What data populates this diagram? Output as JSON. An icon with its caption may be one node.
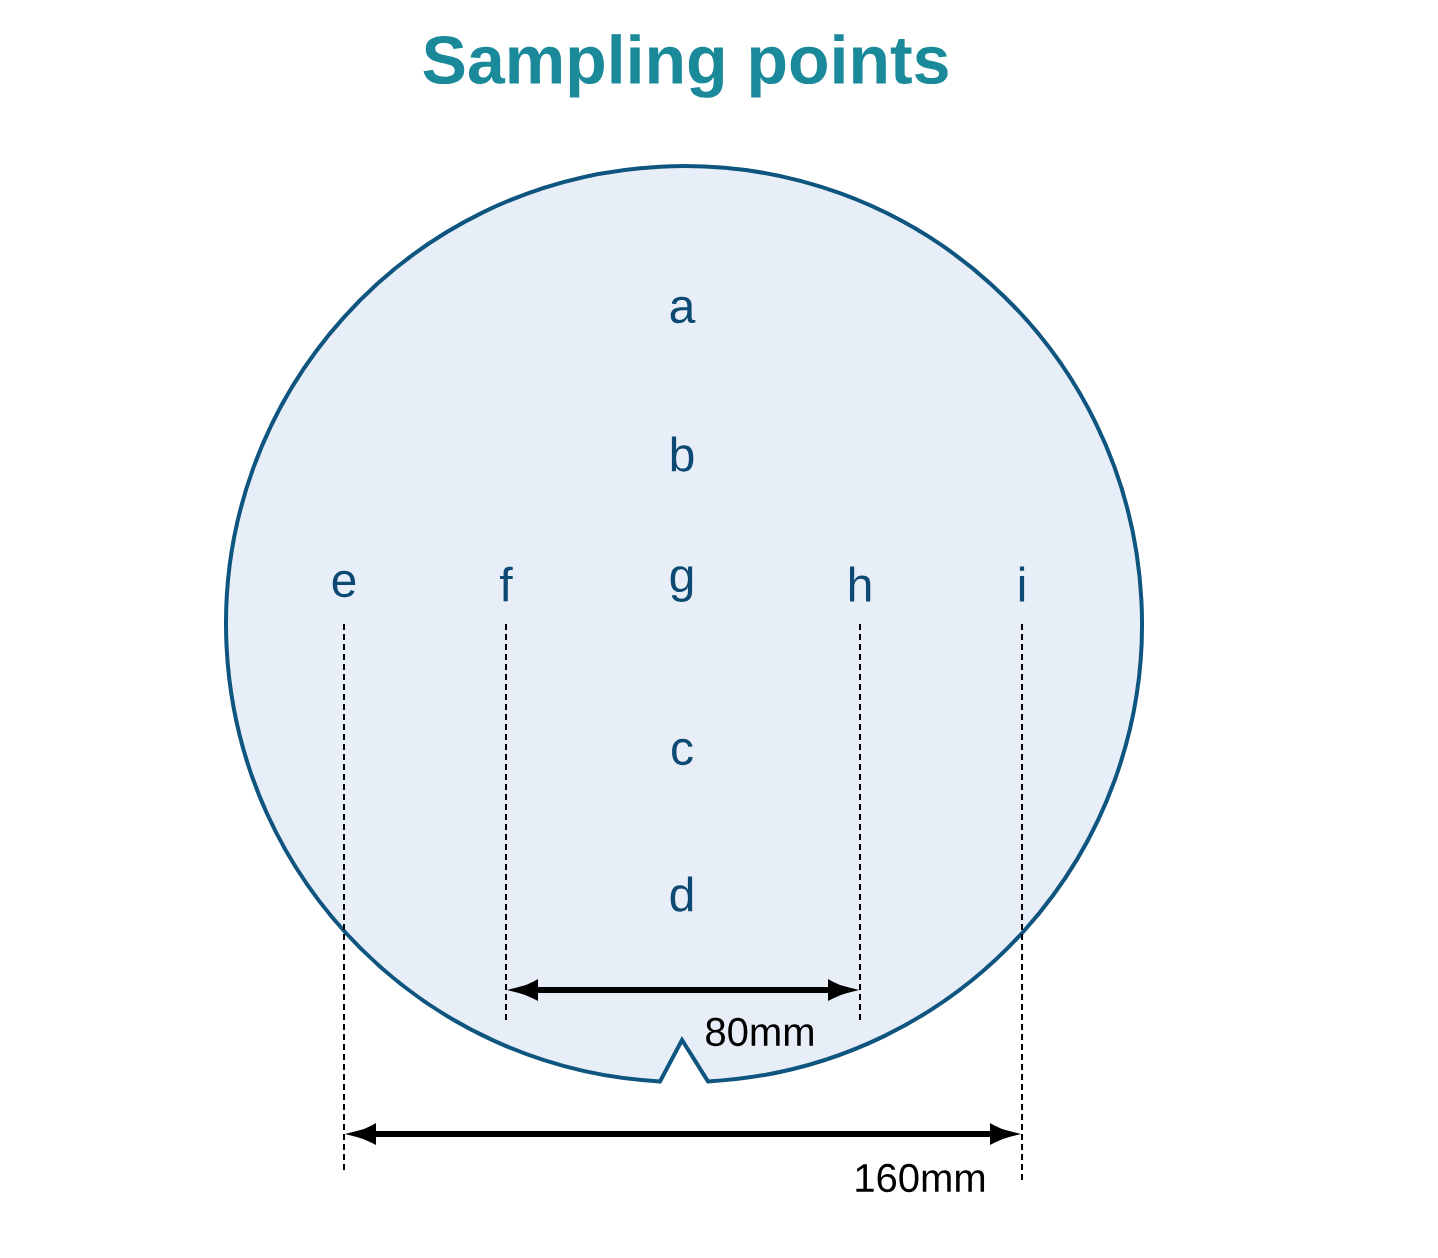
{
  "diagram": {
    "title": "Sampling points",
    "labels": [
      "a",
      "b",
      "e",
      "f",
      "g",
      "h",
      "i",
      "c",
      "d",
      "80mm",
      "160mm"
    ]
  }
}
